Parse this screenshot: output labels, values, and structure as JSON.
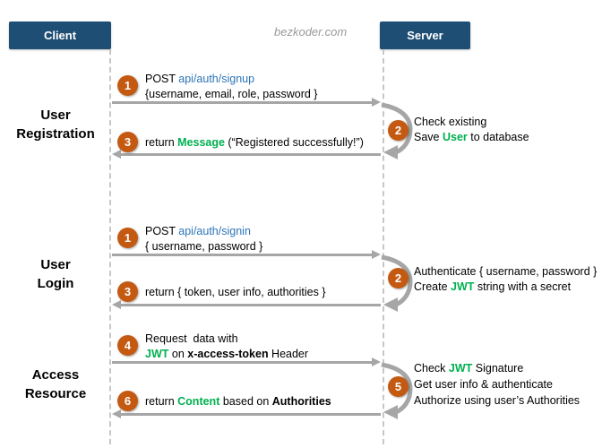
{
  "watermark": "bezkoder.com",
  "client_label": "Client",
  "server_label": "Server",
  "colors": {
    "actor_header_bg": "#1F4E74",
    "step_badge_bg": "#C45911",
    "link_blue": "#2E75B6",
    "highlight_green": "#00B050",
    "arrow_gray": "#A6A6A6"
  },
  "sections": [
    {
      "label_lines": [
        "User",
        "Registration"
      ],
      "steps": [
        {
          "num": "1",
          "lines": [
            [
              {
                "t": "POST ",
                "s": "p"
              },
              {
                "t": "api/auth/signup",
                "s": "l"
              }
            ],
            [
              {
                "t": "{username, email, role, password }",
                "s": "p"
              }
            ]
          ]
        },
        {
          "num": "2",
          "lines": [
            [
              {
                "t": "Check existing",
                "s": "p"
              }
            ],
            [
              {
                "t": "Save ",
                "s": "p"
              },
              {
                "t": "User",
                "s": "g"
              },
              {
                "t": " to database",
                "s": "p"
              }
            ]
          ]
        },
        {
          "num": "3",
          "lines": [
            [
              {
                "t": "return ",
                "s": "p"
              },
              {
                "t": "Message",
                "s": "g"
              },
              {
                "t": " (“Registered successfully!”)",
                "s": "p"
              }
            ]
          ]
        }
      ]
    },
    {
      "label_lines": [
        "User",
        "Login"
      ],
      "steps": [
        {
          "num": "1",
          "lines": [
            [
              {
                "t": "POST ",
                "s": "p"
              },
              {
                "t": "api/auth/signin",
                "s": "l"
              }
            ],
            [
              {
                "t": "{ username, password }",
                "s": "p"
              }
            ]
          ]
        },
        {
          "num": "2",
          "lines": [
            [
              {
                "t": "Authenticate { username, password }",
                "s": "p"
              }
            ],
            [
              {
                "t": "Create ",
                "s": "p"
              },
              {
                "t": "JWT",
                "s": "g"
              },
              {
                "t": " string with a secret",
                "s": "p"
              }
            ]
          ]
        },
        {
          "num": "3",
          "lines": [
            [
              {
                "t": "return { token, user info, authorities }",
                "s": "p"
              }
            ]
          ]
        }
      ]
    },
    {
      "label_lines": [
        "Access",
        "Resource"
      ],
      "steps": [
        {
          "num": "4",
          "lines": [
            [
              {
                "t": "Request  data with",
                "s": "p"
              }
            ],
            [
              {
                "t": "JWT",
                "s": "g"
              },
              {
                "t": " on ",
                "s": "p"
              },
              {
                "t": "x-access-token",
                "s": "b"
              },
              {
                "t": " Header",
                "s": "p"
              }
            ]
          ]
        },
        {
          "num": "5",
          "lines": [
            [
              {
                "t": "Check ",
                "s": "p"
              },
              {
                "t": "JWT",
                "s": "g"
              },
              {
                "t": " Signature",
                "s": "p"
              }
            ],
            [
              {
                "t": "Get user info & authenticate",
                "s": "p"
              }
            ],
            [
              {
                "t": "Authorize using user’s Authorities",
                "s": "p"
              }
            ]
          ]
        },
        {
          "num": "6",
          "lines": [
            [
              {
                "t": "return ",
                "s": "p"
              },
              {
                "t": "Content",
                "s": "g"
              },
              {
                "t": " based on ",
                "s": "p"
              },
              {
                "t": "Authorities",
                "s": "b"
              }
            ]
          ]
        }
      ]
    }
  ]
}
